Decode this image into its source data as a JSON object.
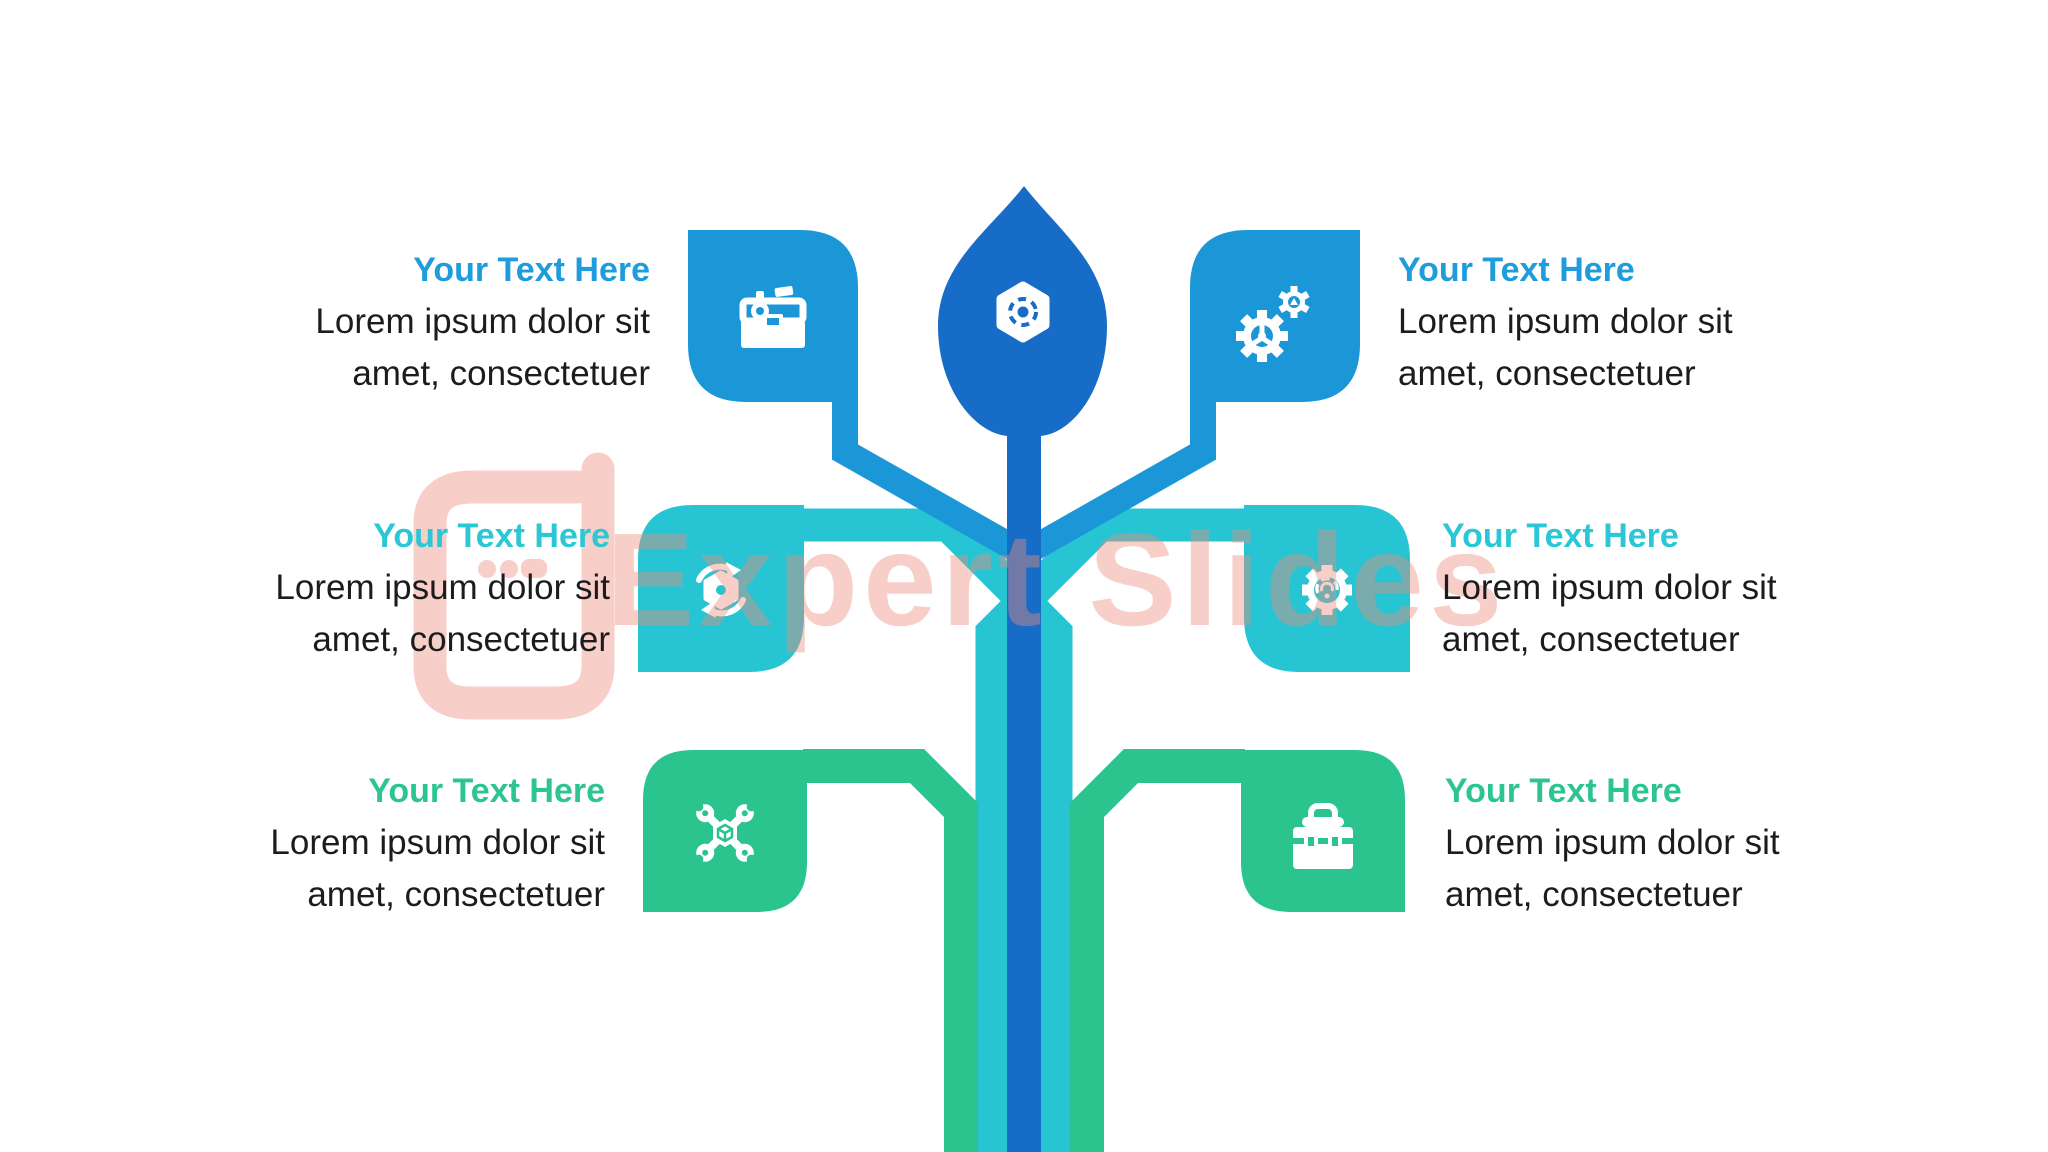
{
  "canvas": {
    "background": "#ffffff"
  },
  "watermark": {
    "brand": "Expert Slides",
    "color": "#ee8c7d",
    "logo_icon": "expert-slides-logo-icon"
  },
  "tree": {
    "stem_color": "#176cc7",
    "center_icon": "aperture-hexagon-icon"
  },
  "items": [
    {
      "row": 1,
      "side": "left",
      "label": "Your Text Here",
      "line1": "Lorem ipsum dolor sit",
      "line2": "amet, consectetuer",
      "label_color": "#1e9cdc",
      "leaf_color": "#1b97d8",
      "icon": "toolbox-wrench-icon"
    },
    {
      "row": 1,
      "side": "right",
      "label": "Your Text Here",
      "line1": "Lorem ipsum dolor sit",
      "line2": "amet, consectetuer",
      "label_color": "#1e9cdc",
      "leaf_color": "#1b97d8",
      "icon": "double-gears-icon"
    },
    {
      "row": 2,
      "side": "left",
      "label": "Your Text Here",
      "line1": "Lorem ipsum dolor sit",
      "line2": "amet, consectetuer",
      "label_color": "#2bc7d6",
      "leaf_color": "#27c5d3",
      "icon": "rotate-hexagon-icon"
    },
    {
      "row": 2,
      "side": "right",
      "label": "Your Text Here",
      "line1": "Lorem ipsum dolor sit",
      "line2": "amet, consectetuer",
      "label_color": "#2bc7d6",
      "leaf_color": "#27c5d3",
      "icon": "gear-arcs-icon"
    },
    {
      "row": 3,
      "side": "left",
      "label": "Your Text Here",
      "line1": "Lorem ipsum dolor sit",
      "line2": "amet, consectetuer",
      "label_color": "#2cc58f",
      "leaf_color": "#2bc48e",
      "icon": "wrench-cross-icon"
    },
    {
      "row": 3,
      "side": "right",
      "label": "Your Text Here",
      "line1": "Lorem ipsum dolor sit",
      "line2": "amet, consectetuer",
      "label_color": "#2cc58f",
      "leaf_color": "#2bc48e",
      "icon": "toolbox-icon"
    }
  ]
}
